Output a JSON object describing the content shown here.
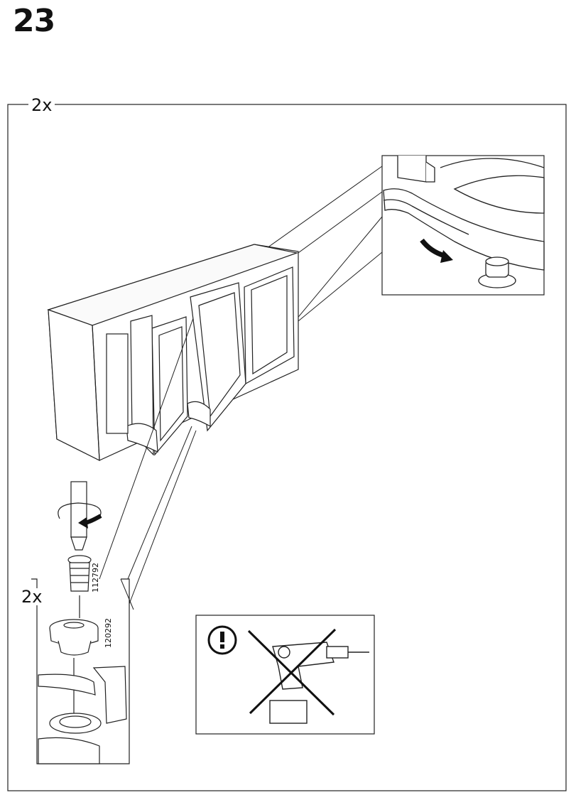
{
  "step": {
    "number": "23"
  },
  "main_panel": {
    "quantity": "2x"
  },
  "fastener_inset": {
    "quantity": "2x",
    "screw_part_number": "112792",
    "plug_part_number": "120292"
  },
  "warning_panel": {
    "symbol": "!"
  },
  "icons": {
    "warning": "exclamation-circle-icon",
    "no_power_drill": "crossed-out-drill-icon",
    "screwdriver": "screwdriver-icon",
    "rotation": "rotate-clockwise-arrow-icon",
    "direction": "curved-arrow-icon"
  }
}
